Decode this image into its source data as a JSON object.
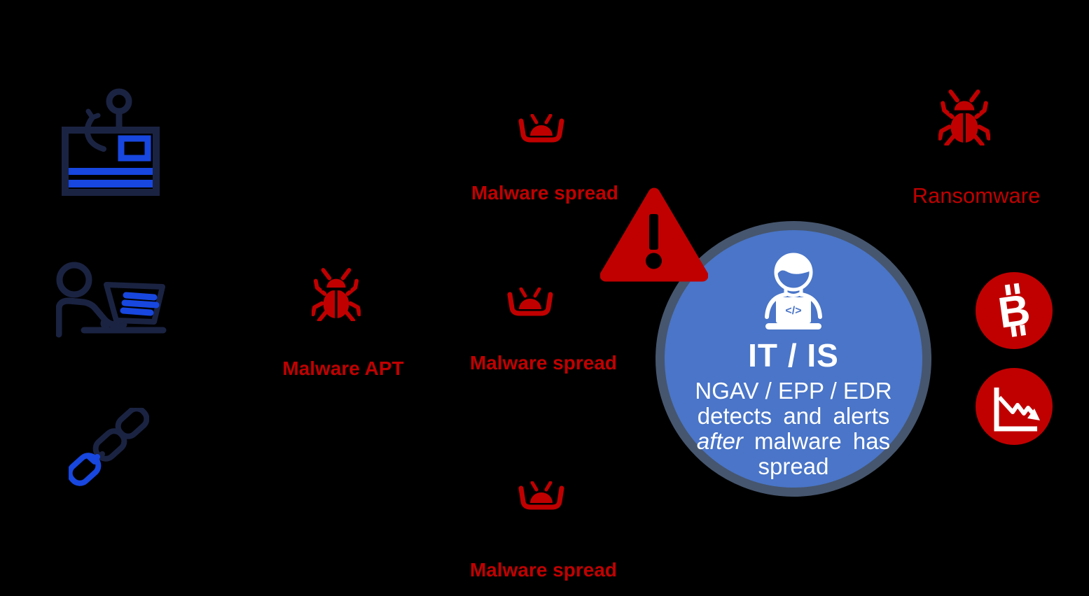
{
  "colors": {
    "background": "#000000",
    "threat_red": "#C00000",
    "icon_navy": "#1B2342",
    "icon_blue": "#1747DF",
    "circle_fill": "#4A75C8",
    "circle_border": "#46566E",
    "text_white": "#FFFFFF"
  },
  "threat_labels": {
    "malware_apt": "Malware APT",
    "ransomware": "Ransomware",
    "malware_spread": [
      "Malware spread",
      "Malware spread",
      "Malware spread"
    ]
  },
  "it_circle": {
    "title": "IT / IS",
    "line1": "NGAV / EPP / EDR",
    "line2": "detects and alerts",
    "line3_italic": "after",
    "line3_rest": " malware has",
    "line4": "spread"
  },
  "icons": {
    "phishing": "credit-card-with-fishhook",
    "user_laptop": "person-at-laptop",
    "broken_chain": "broken-chain-links",
    "malware_bug": "beetle-bug",
    "malware_spread": "bug-in-tray",
    "warning": "exclamation-triangle",
    "it_worker": "person-coding-at-laptop",
    "bitcoin": "bitcoin-symbol",
    "loss_chart": "declining-graph"
  }
}
